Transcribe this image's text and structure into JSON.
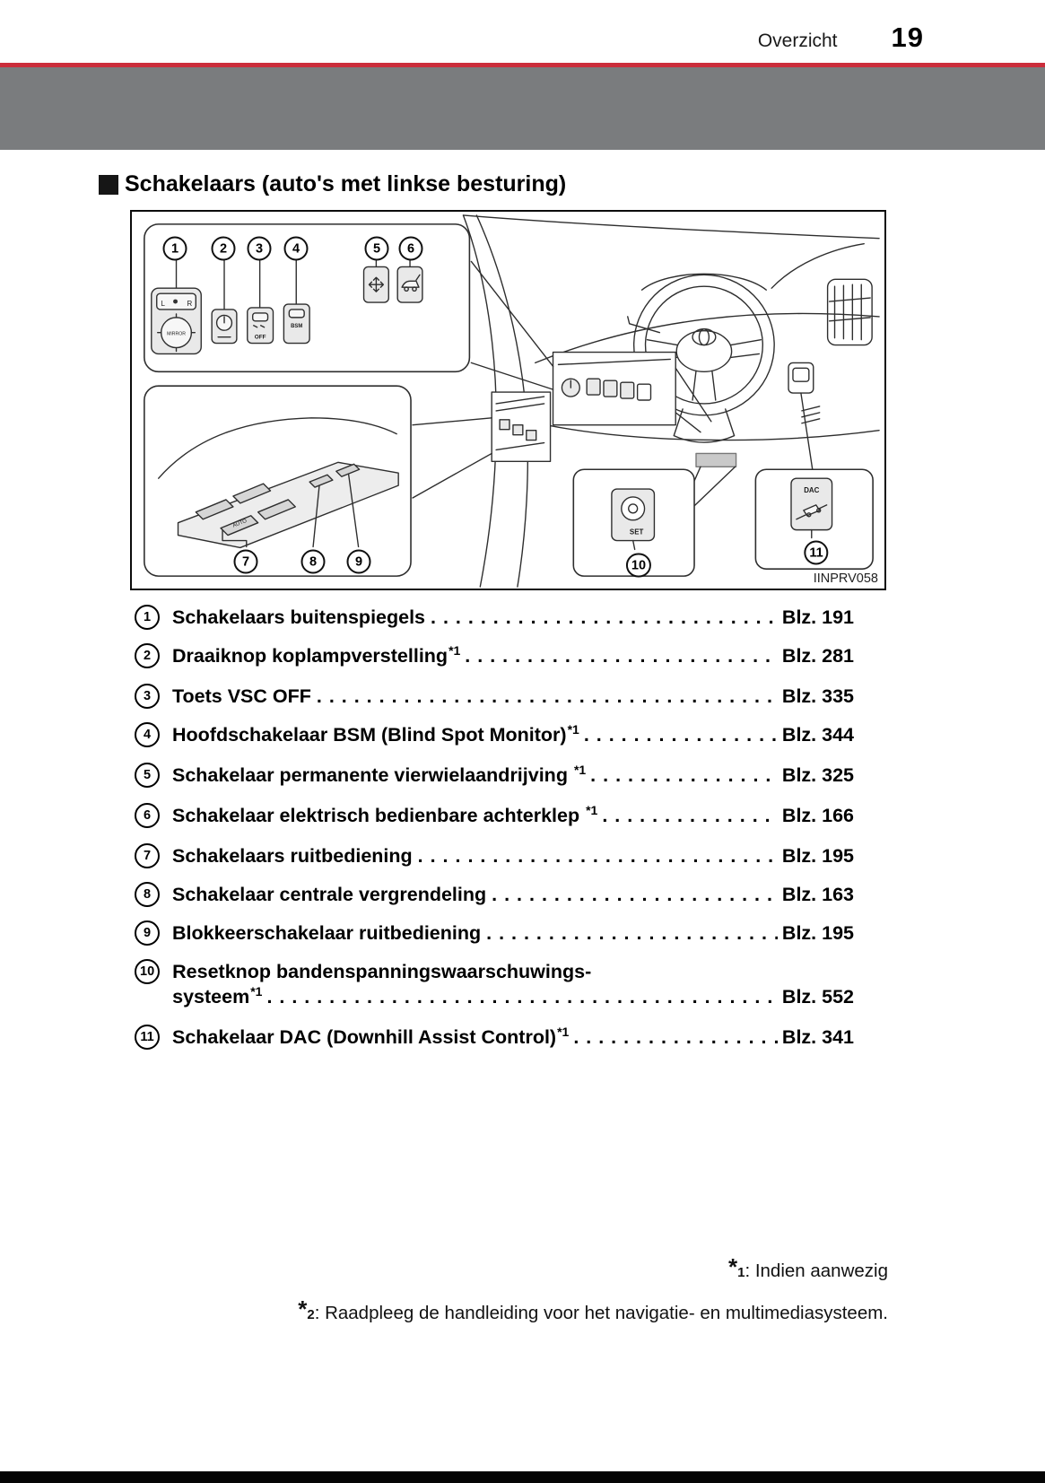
{
  "header": {
    "label": "Overzicht",
    "page_number": "19"
  },
  "section": {
    "title": "Schakelaars (auto's met linkse besturing)"
  },
  "figure": {
    "caption": "IINPRV058",
    "callouts": [
      "1",
      "2",
      "3",
      "4",
      "5",
      "6",
      "7",
      "8",
      "9",
      "10",
      "11"
    ],
    "labels": {
      "l": "L",
      "r": "R",
      "mirror": "MIRROR",
      "off": "OFF",
      "bsm": "BSM",
      "auto": "AUTO",
      "set": "SET",
      "dac": "DAC"
    }
  },
  "list": {
    "items": [
      {
        "num": "1",
        "label": "Schakelaars buitenspiegels",
        "sup": "",
        "ref": "Blz. 191"
      },
      {
        "num": "2",
        "label": "Draaiknop koplampverstelling",
        "sup": "*1",
        "ref": "Blz. 281"
      },
      {
        "num": "3",
        "label": "Toets VSC OFF",
        "sup": "",
        "ref": "Blz. 335"
      },
      {
        "num": "4",
        "label": "Hoofdschakelaar BSM (Blind Spot Monitor)",
        "sup": "*1",
        "ref": "Blz. 344"
      },
      {
        "num": "5",
        "label": "Schakelaar permanente vierwielaandrijving ",
        "sup": "*1",
        "ref": "Blz. 325"
      },
      {
        "num": "6",
        "label": "Schakelaar elektrisch bedienbare achterklep ",
        "sup": "*1",
        "ref": "Blz. 166"
      },
      {
        "num": "7",
        "label": "Schakelaars ruitbediening",
        "sup": "",
        "ref": "Blz. 195"
      },
      {
        "num": "8",
        "label": "Schakelaar centrale vergrendeling",
        "sup": "",
        "ref": "Blz. 163"
      },
      {
        "num": "9",
        "label": "Blokkeerschakelaar ruitbediening",
        "sup": "",
        "ref": "Blz. 195"
      },
      {
        "num": "10",
        "label": "Resetknop bandenspanningswaarschuwings-",
        "label2": "systeem",
        "sup": "*1",
        "ref": "Blz. 552"
      },
      {
        "num": "11",
        "label": "Schakelaar DAC (Downhill Assist Control)",
        "sup": "*1",
        "ref": "Blz. 341"
      }
    ]
  },
  "footnotes": [
    {
      "star": "*",
      "index": "1",
      "text": ": Indien aanwezig"
    },
    {
      "star": "*",
      "index": "2",
      "text": ": Raadpleeg de handleiding voor het navigatie- en multimediasysteem."
    }
  ],
  "colors": {
    "accent_red": "#cb2d3b",
    "band_gray": "#7a7c7e"
  }
}
